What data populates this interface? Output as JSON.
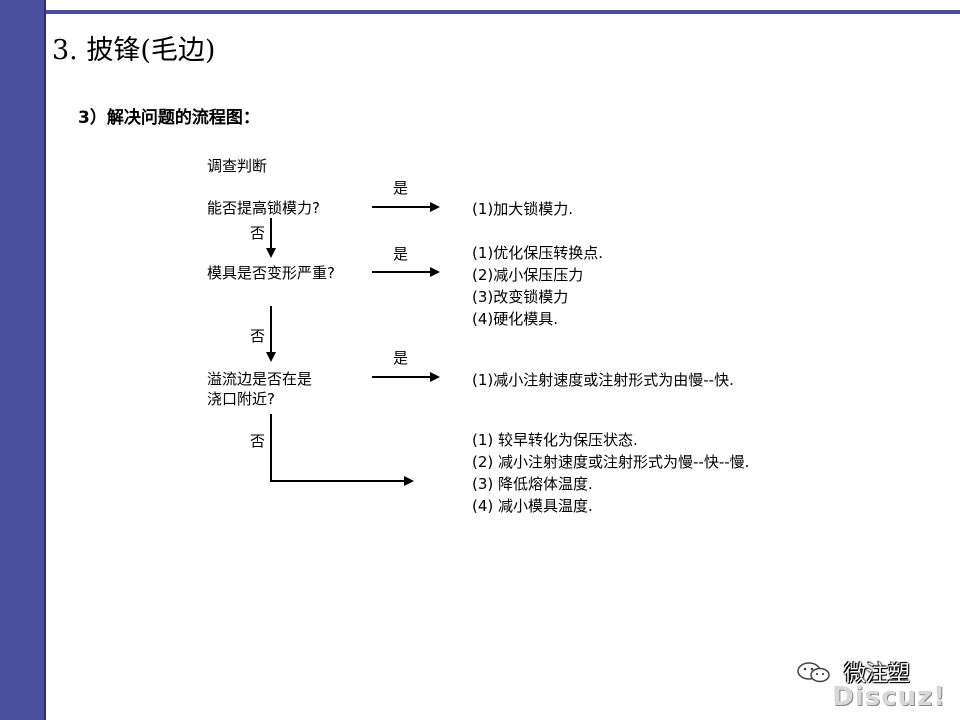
{
  "slide": {
    "title": "3. 披锋(毛边)",
    "subtitle": "3）解决问题的流程图："
  },
  "flow": {
    "header": "调查判断",
    "q1": "能否提高锁模力?",
    "q2": "模具是否变形严重?",
    "q3_line1": "溢流边是否在是",
    "q3_line2": "浇口附近?",
    "yes": "是",
    "no": "否"
  },
  "actions": {
    "a1": [
      "(1)加大锁模力."
    ],
    "a2": [
      "(1)优化保压转换点.",
      "(2)减小保压压力",
      "(3)改变锁模力",
      "(4)硬化模具."
    ],
    "a3": [
      "(1)减小注射速度或注射形式为由慢--快."
    ],
    "a4": [
      "(1) 较早转化为保压状态.",
      "(2) 减小注射速度或注射形式为慢--快--慢.",
      "(3) 降低熔体温度.",
      "(4) 减小模具温度."
    ]
  },
  "watermark": {
    "top": "微注塑",
    "bottom": "Discuz!"
  },
  "colors": {
    "bar": "#4a4fa0"
  }
}
